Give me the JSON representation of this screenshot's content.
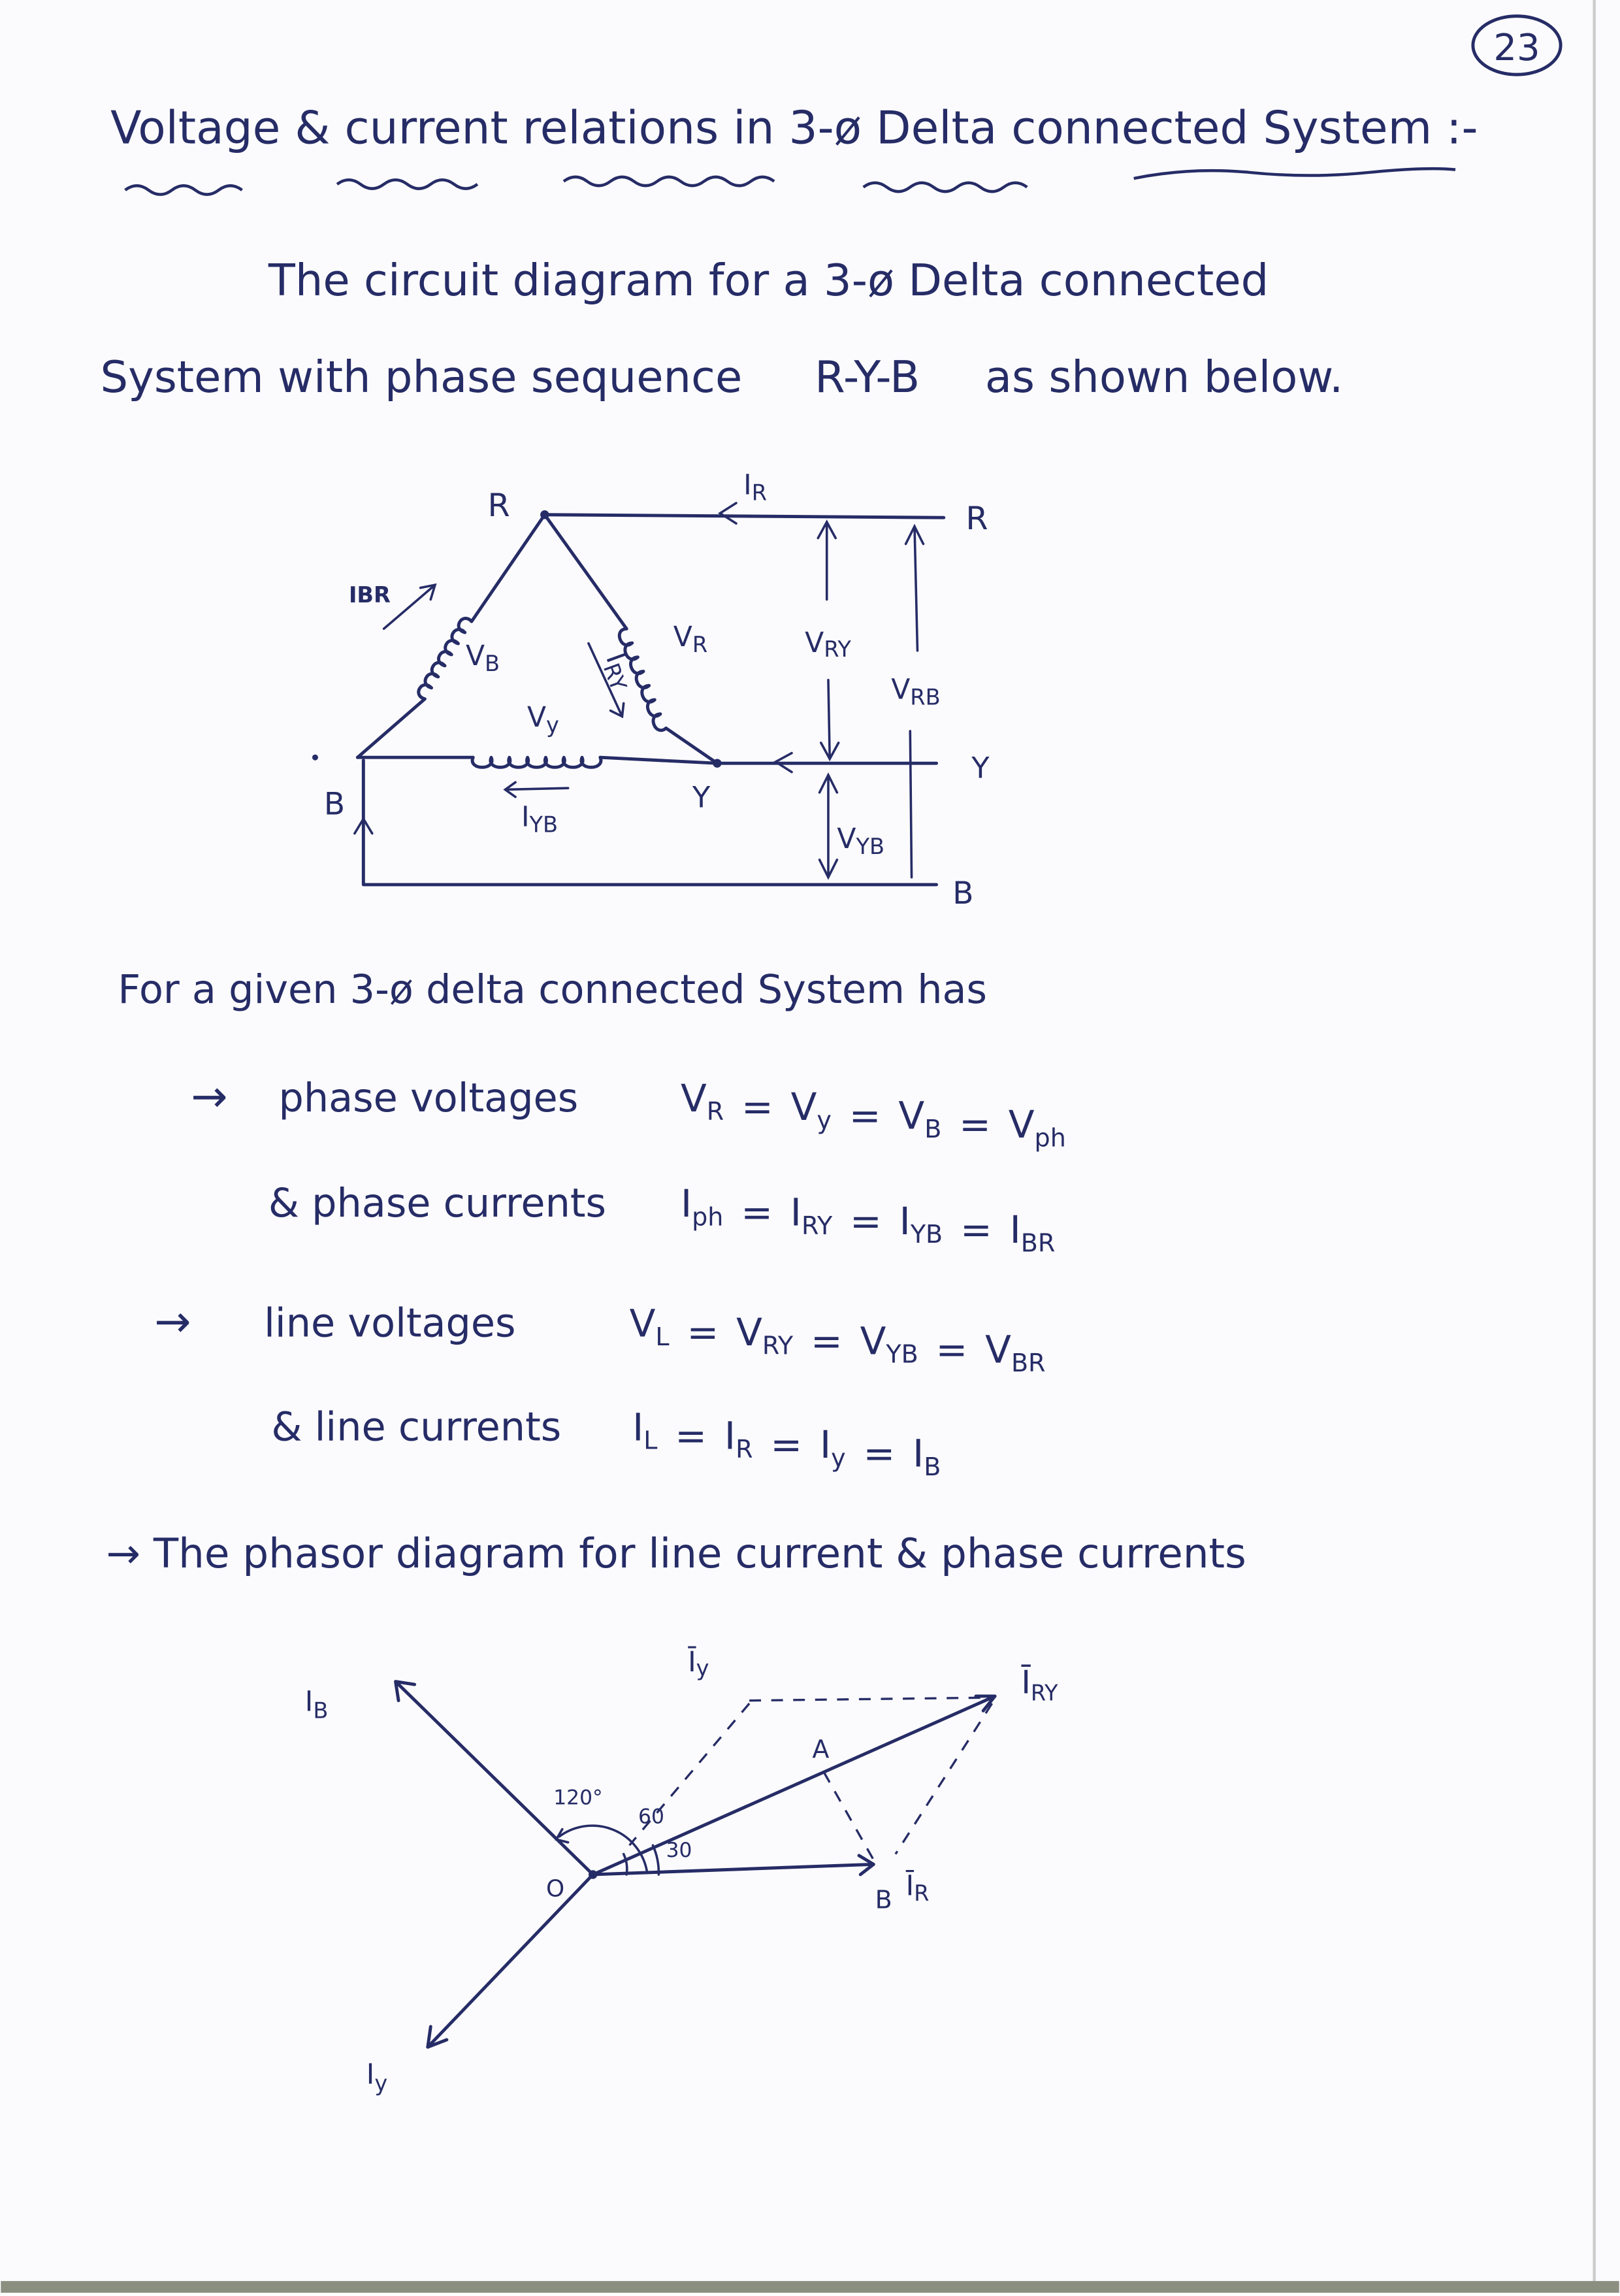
{
  "page_number": "23",
  "title": "Voltage & current relations in 3-ø Delta connected System :-",
  "intro": {
    "line1": "The circuit diagram for a 3-ø Delta connected",
    "line2": "System with phase sequence",
    "sequence": "R-Y-B",
    "line2_end": "as shown below."
  },
  "circuit": {
    "node_r": "R",
    "line_r": "R",
    "node_y": "Y",
    "line_y": "Y",
    "node_b": "B",
    "line_b": "B",
    "i_r": {
      "main": "I",
      "sub": "R"
    },
    "i_br": {
      "main": "I",
      "sub": "BR"
    },
    "i_ry": {
      "main": "I",
      "sub": "RY"
    },
    "i_yb": {
      "main": "I",
      "sub": "YB"
    },
    "v_b": {
      "main": "V",
      "sub": "B"
    },
    "v_r": {
      "main": "V",
      "sub": "R"
    },
    "v_y": {
      "main": "V",
      "sub": "y"
    },
    "v_ry": {
      "main": "V",
      "sub": "RY"
    },
    "v_rb": {
      "main": "V",
      "sub": "RB"
    },
    "v_yb": {
      "main": "V",
      "sub": "YB"
    }
  },
  "given": "For a given 3-ø delta connected System has",
  "relations": [
    {
      "bullet": "→",
      "label": "phase voltages",
      "tokens": [
        [
          "V",
          "R"
        ],
        [
          "=",
          ""
        ],
        [
          "V",
          "y"
        ],
        [
          "=",
          ""
        ],
        [
          "V",
          "B"
        ],
        [
          "=",
          ""
        ],
        [
          "V",
          "ph"
        ]
      ]
    },
    {
      "bullet": "",
      "label": "& phase currents",
      "tokens": [
        [
          "I",
          "ph"
        ],
        [
          "=",
          ""
        ],
        [
          "I",
          "RY"
        ],
        [
          "=",
          ""
        ],
        [
          "I",
          "YB"
        ],
        [
          "=",
          ""
        ],
        [
          "I",
          "BR"
        ]
      ]
    },
    {
      "bullet": "→",
      "label": "line voltages",
      "tokens": [
        [
          "V",
          "L"
        ],
        [
          "=",
          ""
        ],
        [
          "V",
          "RY"
        ],
        [
          "=",
          ""
        ],
        [
          "V",
          "YB"
        ],
        [
          "=",
          ""
        ],
        [
          "V",
          "BR"
        ]
      ]
    },
    {
      "bullet": "",
      "label": "& line currents",
      "tokens": [
        [
          "I",
          "L"
        ],
        [
          "=",
          ""
        ],
        [
          "I",
          "R"
        ],
        [
          "=",
          ""
        ],
        [
          "I",
          "y"
        ],
        [
          "=",
          ""
        ],
        [
          "I",
          "B"
        ]
      ]
    }
  ],
  "phasor_heading": "→ The phasor diagram for line current & phase currents",
  "phasor": {
    "i_b": {
      "main": "I",
      "sub": "B"
    },
    "i_y": {
      "main": "I",
      "sub": "y"
    },
    "i_y_bar": {
      "main": "Ī",
      "sub": "y"
    },
    "i_ry_bar": {
      "main": "Ī",
      "sub": "RY"
    },
    "i_r_bar": {
      "main": "Ī",
      "sub": "R"
    },
    "point_a": "A",
    "point_b": "B",
    "origin": "O",
    "angle_120": "120°",
    "angle_60": "60",
    "angle_30": "30"
  },
  "colors": {
    "ink": "#262c66",
    "paper": "#fbfbfd"
  }
}
